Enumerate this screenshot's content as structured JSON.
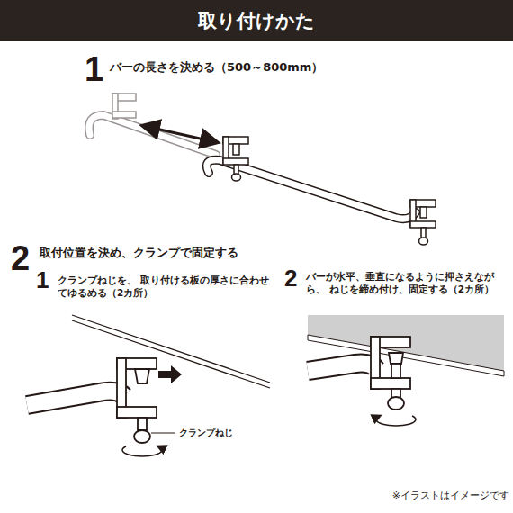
{
  "diagram": {
    "title": "取り付けかた",
    "labels": [
      "1",
      "バーの長さを決める（500～800mm）",
      "2",
      "取付位置を決め、クランプで固定する",
      "1",
      "クランプねじを、 取り付ける板の厚さに合わせてゆるめる（2カ所）",
      "2",
      "バーが水平、垂直になるように押さえながら、 ねじを締め付け、固定する（2カ所）",
      "クランプねじ",
      "※イラストはイメージです"
    ]
  }
}
